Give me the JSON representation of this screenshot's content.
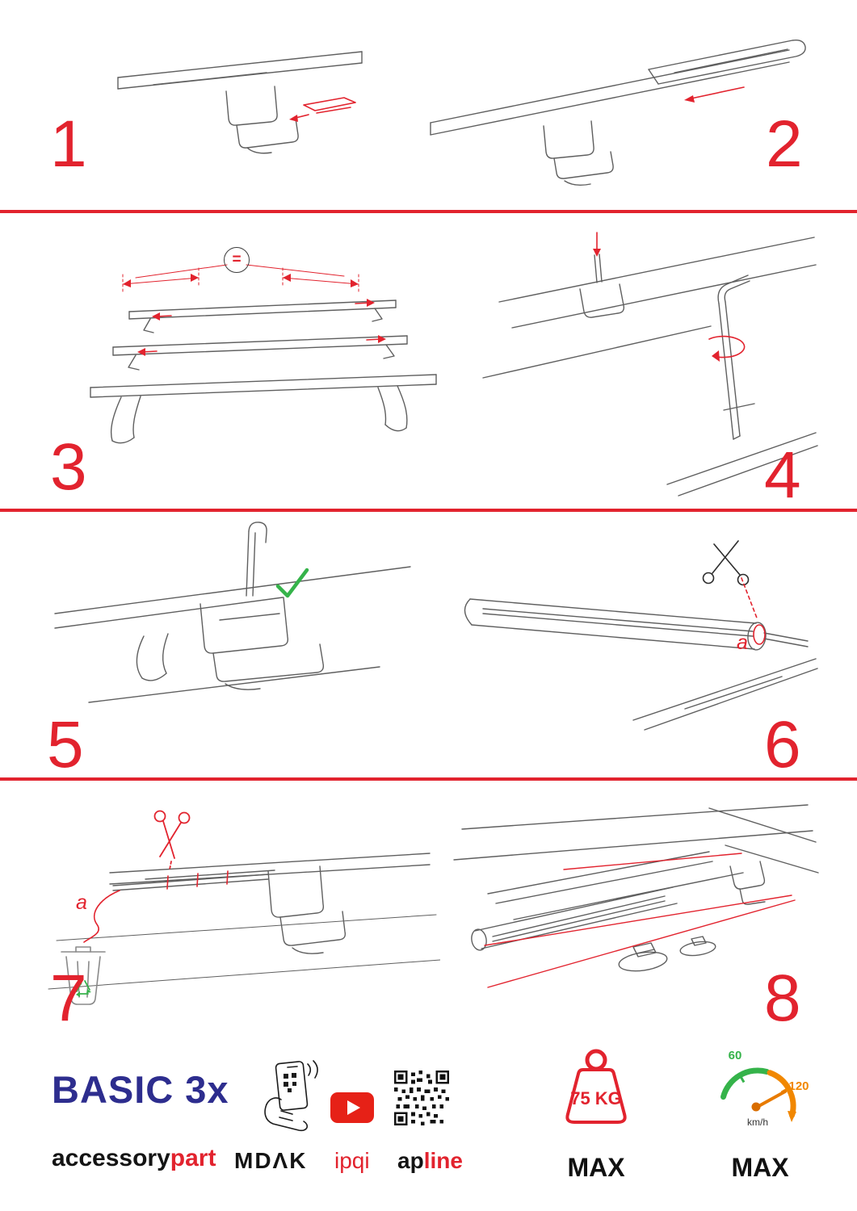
{
  "page": {
    "accent": "#e2232e"
  },
  "steps": {
    "s1": {
      "number": "1"
    },
    "s2": {
      "number": "2"
    },
    "s3": {
      "number": "3",
      "equal": "="
    },
    "s4": {
      "number": "4"
    },
    "s5": {
      "number": "5"
    },
    "s6": {
      "number": "6",
      "label_a": "a"
    },
    "s7": {
      "number": "7",
      "label_a": "a"
    },
    "s8": {
      "number": "8"
    }
  },
  "footer": {
    "brand_title": "BASIC 3x",
    "brand_sub_black": "accessory",
    "brand_sub_red": "part",
    "partner_mdak": "MDΛK",
    "partner_ipqi": "ipqi",
    "partner_apline_black": "ap",
    "partner_apline_red": "line",
    "weight_value": "75 KG",
    "weight_max": "MAX",
    "speed_low": "60",
    "speed_high": "120",
    "speed_unit": "km/h",
    "speed_max": "MAX"
  }
}
